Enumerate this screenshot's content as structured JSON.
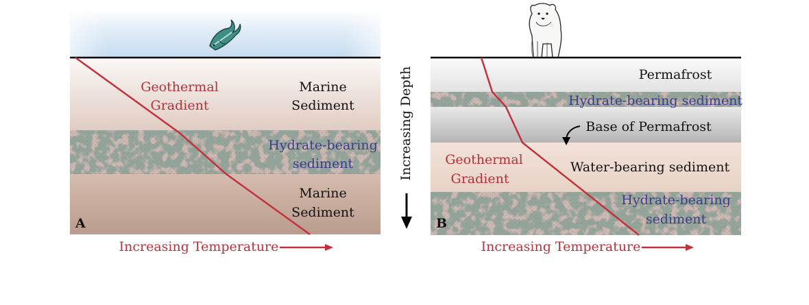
{
  "panel_a": {
    "letter": "A",
    "geothermal_line1": "Geothermal",
    "geothermal_line2": "Gradient",
    "marine_top_line1": "Marine",
    "marine_top_line2": "Sediment",
    "hydrate_line1": "Hydrate-bearing",
    "hydrate_line2": "sediment",
    "marine_bottom_line1": "Marine",
    "marine_bottom_line2": "Sediment",
    "temperature_label": "Increasing Temperature",
    "icon": "fish-icon"
  },
  "depth_label": "Increasing Depth",
  "panel_b": {
    "letter": "B",
    "permafrost": "Permafrost",
    "hydrate_top": "Hydrate-bearing sediment",
    "base_permafrost": "Base of Permafrost",
    "geothermal_line1": "Geothermal",
    "geothermal_line2": "Gradient",
    "water_bearing": "Water-bearing sediment",
    "hydrate_bottom_line1": "Hydrate-bearing",
    "hydrate_bottom_line2": "sediment",
    "temperature_label": "Increasing Temperature",
    "icon": "polar-bear-icon"
  },
  "colors": {
    "gradient_line": "#c2323c",
    "label_red": "#b6313a",
    "label_blue": "#3d3c8a",
    "water": "#c9def0",
    "marine_sediment": "#d8bfb2",
    "hydrate": "#8f9e96",
    "permafrost_gray": "#bcbcbc"
  }
}
